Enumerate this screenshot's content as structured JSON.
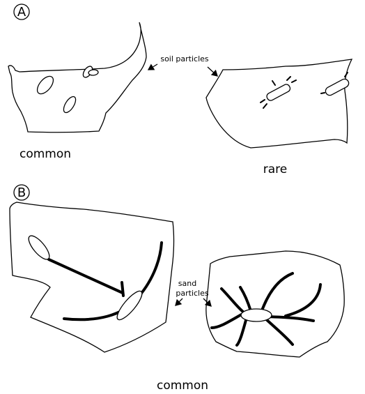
{
  "panel_a": {
    "letter": "A",
    "label_left": "common",
    "label_right": "rare",
    "pointer_label": "soil particles"
  },
  "panel_b": {
    "letter": "B",
    "label_bottom": "common",
    "pointer_label_line1": "sand",
    "pointer_label_line2": "particles"
  }
}
